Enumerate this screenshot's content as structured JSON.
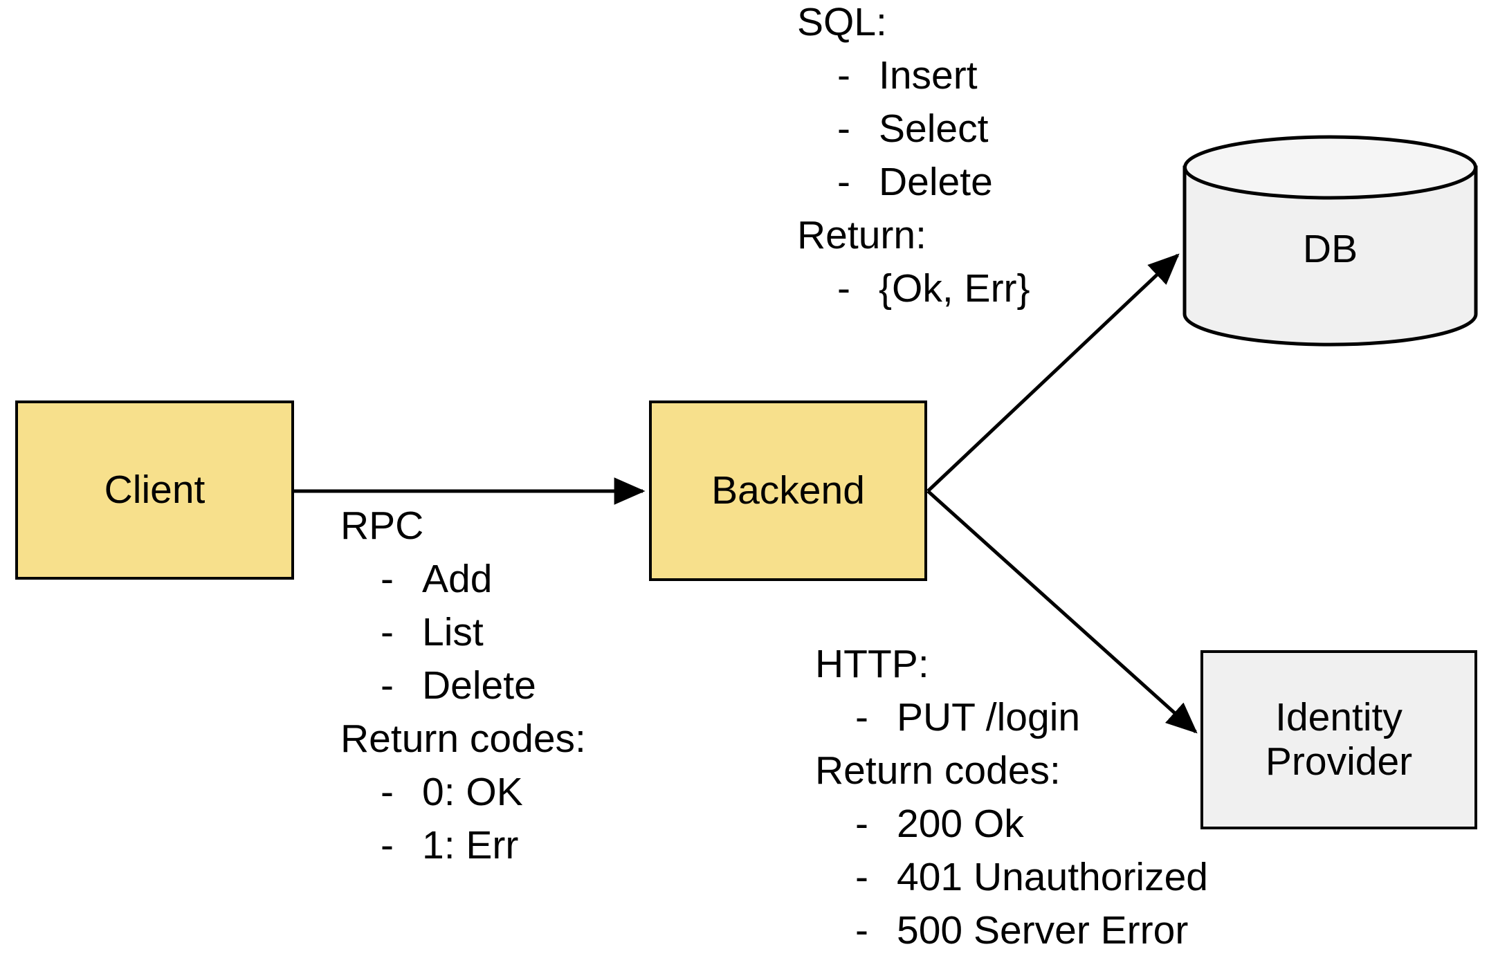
{
  "diagram": {
    "title": "Client / Backend / DB / Identity Provider architecture",
    "background": "#ffffff",
    "node_fill_accent": "#f7e08c",
    "node_fill_neutral": "#f0f0f0",
    "stroke": "#000000"
  },
  "nodes": {
    "client": {
      "label": "Client",
      "shape": "rectangle",
      "fill": "#f7e08c"
    },
    "backend": {
      "label": "Backend",
      "shape": "rectangle",
      "fill": "#f7e08c"
    },
    "db": {
      "label": "DB",
      "shape": "cylinder",
      "fill": "#f0f0f0"
    },
    "idp": {
      "label": "Identity\nProvider",
      "shape": "rectangle",
      "fill": "#f0f0f0"
    }
  },
  "annotations": {
    "rpc": {
      "heading": "RPC",
      "items": [
        "Add",
        "List",
        "Delete"
      ],
      "returns_heading": "Return codes:",
      "returns": [
        "0: OK",
        "1: Err"
      ],
      "bullet": "-"
    },
    "sql": {
      "heading": "SQL:",
      "items": [
        "Insert",
        "Select",
        "Delete"
      ],
      "returns_heading": "Return:",
      "returns": [
        "{Ok, Err}"
      ],
      "bullet": "-"
    },
    "http": {
      "heading": "HTTP:",
      "items": [
        "PUT /login"
      ],
      "returns_heading": "Return codes:",
      "returns": [
        "200 Ok",
        "401 Unauthorized",
        "500 Server Error"
      ],
      "bullet": "-"
    }
  },
  "edges": [
    {
      "name": "client-to-backend",
      "from": "client",
      "to": "backend",
      "label": "RPC",
      "direction": "right"
    },
    {
      "name": "backend-to-db",
      "from": "backend",
      "to": "db",
      "label": "SQL",
      "direction": "up-right"
    },
    {
      "name": "backend-to-idp",
      "from": "backend",
      "to": "idp",
      "label": "HTTP",
      "direction": "down-right"
    }
  ]
}
